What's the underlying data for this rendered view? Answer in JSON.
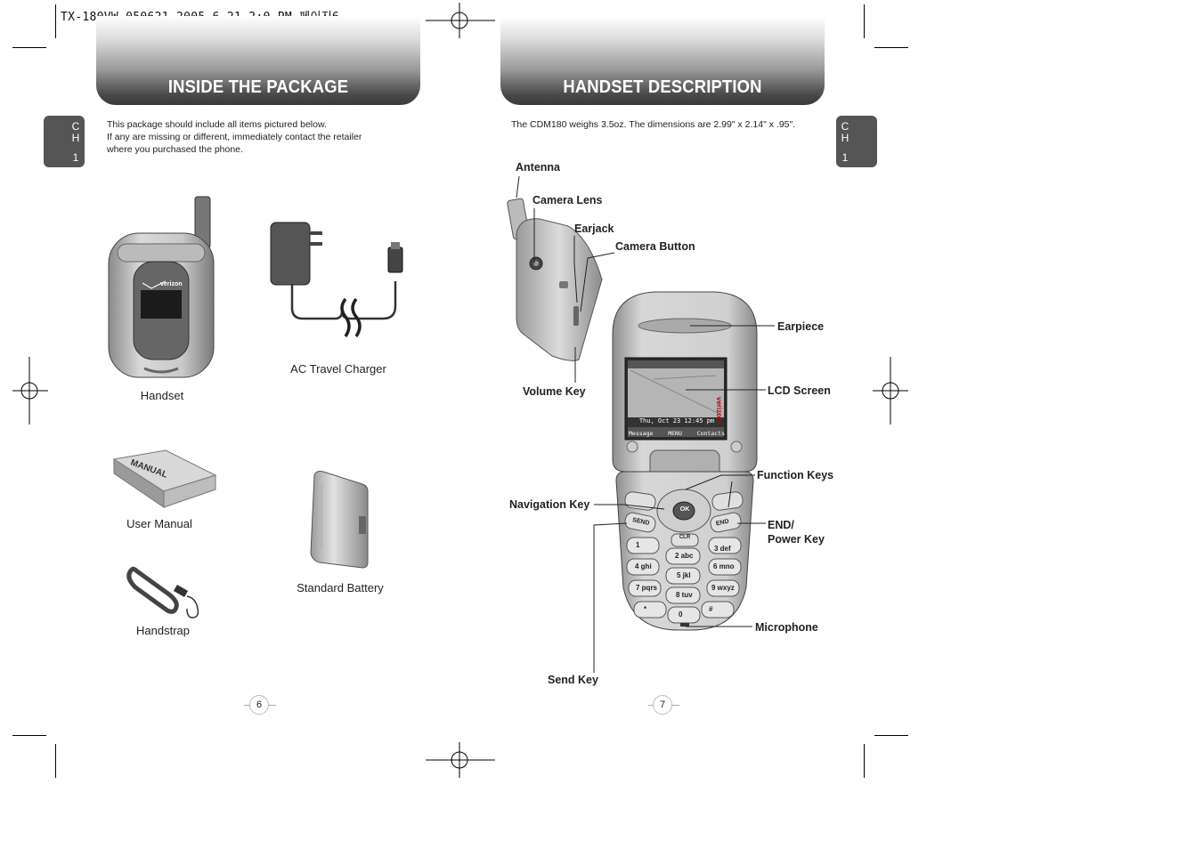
{
  "print_header": "TX-180VW_050621  2005.6.21 2:0 PM 페이지6",
  "left_page": {
    "banner_title": "INSIDE THE PACKAGE",
    "chapter_tab": [
      "C",
      "H",
      "1"
    ],
    "intro_lines": [
      "This package should include all items pictured below.",
      "If any are missing or different, immediately contact the retailer",
      "where you purchased the phone."
    ],
    "items": {
      "handset": "Handset",
      "charger": "AC Travel Charger",
      "manual": "User Manual",
      "battery": "Standard Battery",
      "handstrap": "Handstrap"
    },
    "manual_cover_text": "MANUAL",
    "page_number": "6"
  },
  "right_page": {
    "banner_title": "HANDSET DESCRIPTION",
    "chapter_tab": [
      "C",
      "H",
      "1"
    ],
    "intro": "The CDM180 weighs 3.5oz. The dimensions are 2.99\" x  2.14\" x .95\".",
    "callouts": {
      "antenna": "Antenna",
      "camera_lens": "Camera Lens",
      "earjack": "Earjack",
      "camera_button": "Camera Button",
      "earpiece": "Earpiece",
      "volume_key": "Volume Key",
      "lcd_screen": "LCD Screen",
      "function_keys": "Function Keys",
      "navigation_key": "Navigation Key",
      "end_power_line1": "END/",
      "end_power_line2": "Power Key",
      "microphone": "Microphone",
      "send_key": "Send Key"
    },
    "screen": {
      "date": "Thu, Oct 23 12:45 pm",
      "soft_left": "Message",
      "soft_center": "MENU",
      "soft_right": "Contacts",
      "brand": "verizon"
    },
    "keypad": {
      "ok": "OK",
      "send": "SEND",
      "end": "END",
      "clr": "CLR",
      "keys": [
        "1",
        "2 abc",
        "3 def",
        "4 ghi",
        "5 jkl",
        "6 mno",
        "7 pqrs",
        "8 tuv",
        "9 wxyz",
        "*",
        "0",
        "#"
      ]
    },
    "page_number": "7"
  }
}
